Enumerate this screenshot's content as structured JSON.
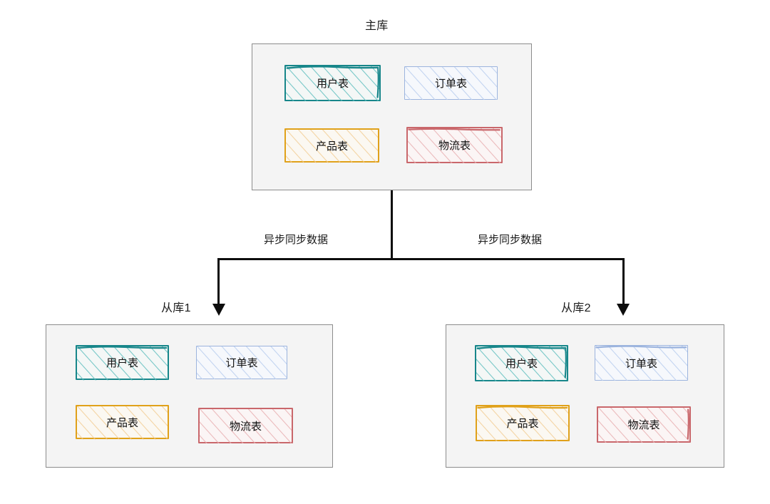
{
  "diagram": {
    "title_primary": "主库",
    "nodes": {
      "primary": {
        "label": "主库",
        "tables": [
          {
            "name": "用户表",
            "color": "#17868a",
            "theme": "teal"
          },
          {
            "name": "订单表",
            "color": "#9cb4de",
            "theme": "blue"
          },
          {
            "name": "产品表",
            "color": "#e0a11a",
            "theme": "amber"
          },
          {
            "name": "物流表",
            "color": "#c9676b",
            "theme": "red"
          }
        ]
      },
      "replica1": {
        "label": "从库1",
        "tables": [
          {
            "name": "用户表",
            "color": "#17868a",
            "theme": "teal"
          },
          {
            "name": "订单表",
            "color": "#9cb4de",
            "theme": "blue"
          },
          {
            "name": "产品表",
            "color": "#e0a11a",
            "theme": "amber"
          },
          {
            "name": "物流表",
            "color": "#c9676b",
            "theme": "red"
          }
        ]
      },
      "replica2": {
        "label": "从库2",
        "tables": [
          {
            "name": "用户表",
            "color": "#17868a",
            "theme": "teal"
          },
          {
            "name": "订单表",
            "color": "#9cb4de",
            "theme": "blue"
          },
          {
            "name": "产品表",
            "color": "#e0a11a",
            "theme": "amber"
          },
          {
            "name": "物流表",
            "color": "#c9676b",
            "theme": "red"
          }
        ]
      }
    },
    "edges": [
      {
        "from": "主库",
        "to": "从库1",
        "label": "异步同步数据"
      },
      {
        "from": "主库",
        "to": "从库2",
        "label": "异步同步数据"
      }
    ],
    "colors": {
      "panel_fill": "#f4f4f4",
      "panel_border": "#8c8c8c",
      "connector": "#0d0d0d",
      "background": "#ffffff"
    }
  }
}
